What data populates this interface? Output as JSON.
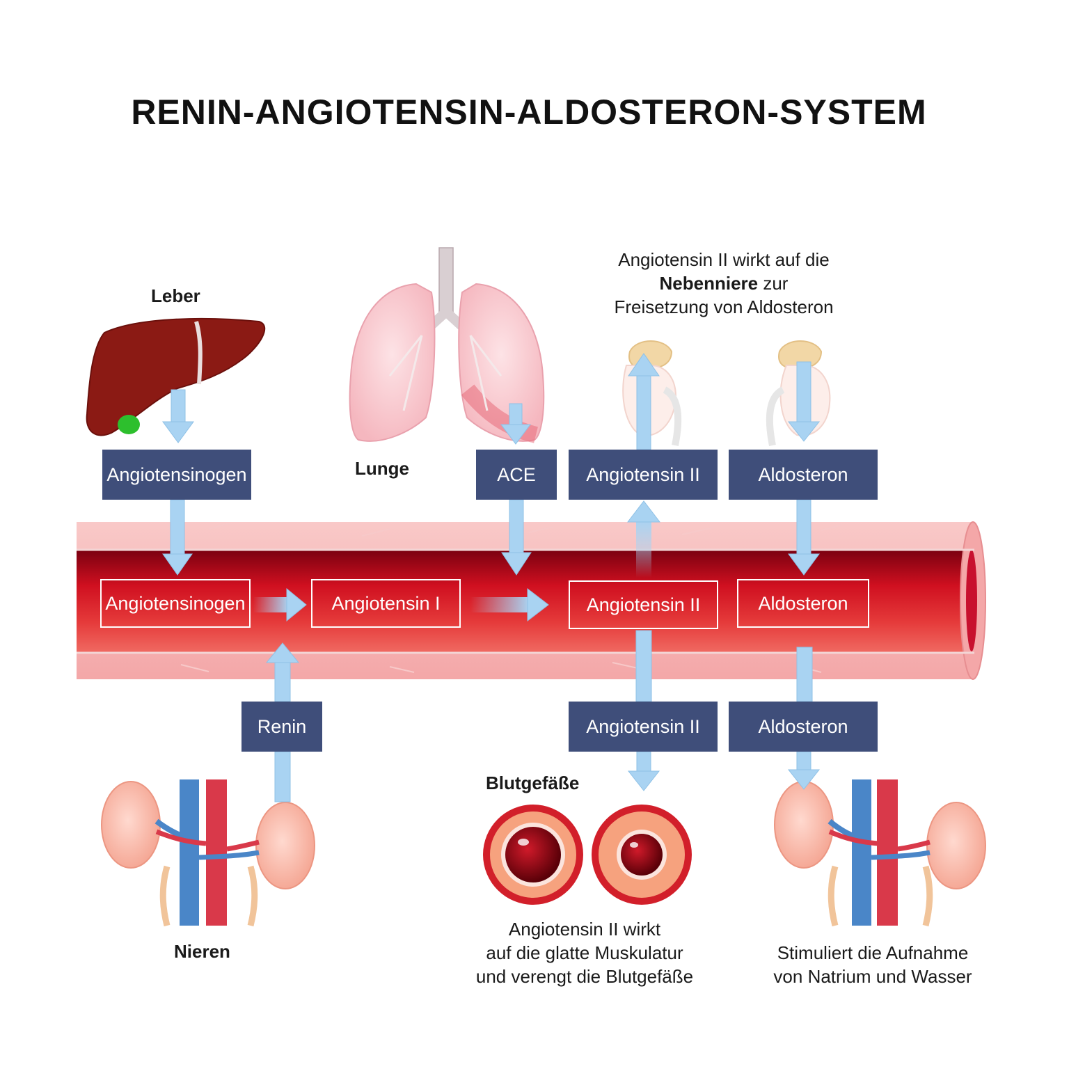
{
  "title": "RENIN-ANGIOTENSIN-ALDOSTERON-SYSTEM",
  "organs": {
    "liver": "Leber",
    "lung": "Lunge",
    "kidneys": "Nieren",
    "vessels": "Blutgefäße"
  },
  "adrenal_caption": {
    "line1": "Angiotensin II wirkt auf die",
    "line2_bold": "Nebenniere",
    "line2_rest": " zur",
    "line3": "Freisetzung von Aldosteron"
  },
  "top_boxes": {
    "angiotensinogen": "Angiotensinogen",
    "ace": "ACE",
    "angiotensin_ii": "Angiotensin II",
    "aldosteron": "Aldosteron"
  },
  "vessel_boxes": {
    "angiotensinogen": "Angiotensinogen",
    "angiotensin_i": "Angiotensin I",
    "angiotensin_ii": "Angiotensin II",
    "aldosteron": "Aldosteron"
  },
  "bottom_boxes": {
    "renin": "Renin",
    "angiotensin_ii": "Angiotensin II",
    "aldosteron": "Aldosteron"
  },
  "vessel_caption": {
    "line1": "Angiotensin II wirkt",
    "line2": "auf die glatte Muskulatur",
    "line3": "und verengt die Blutgefäße"
  },
  "kidney_caption": {
    "line1": "Stimuliert die Aufnahme",
    "line2": "von Natrium und Wasser"
  },
  "colors": {
    "box_navy": "#3f4e7a",
    "arrow_blue": "#a9d3f2",
    "vessel_red": "#c8102e",
    "vessel_wall": "#f6b9bc"
  }
}
